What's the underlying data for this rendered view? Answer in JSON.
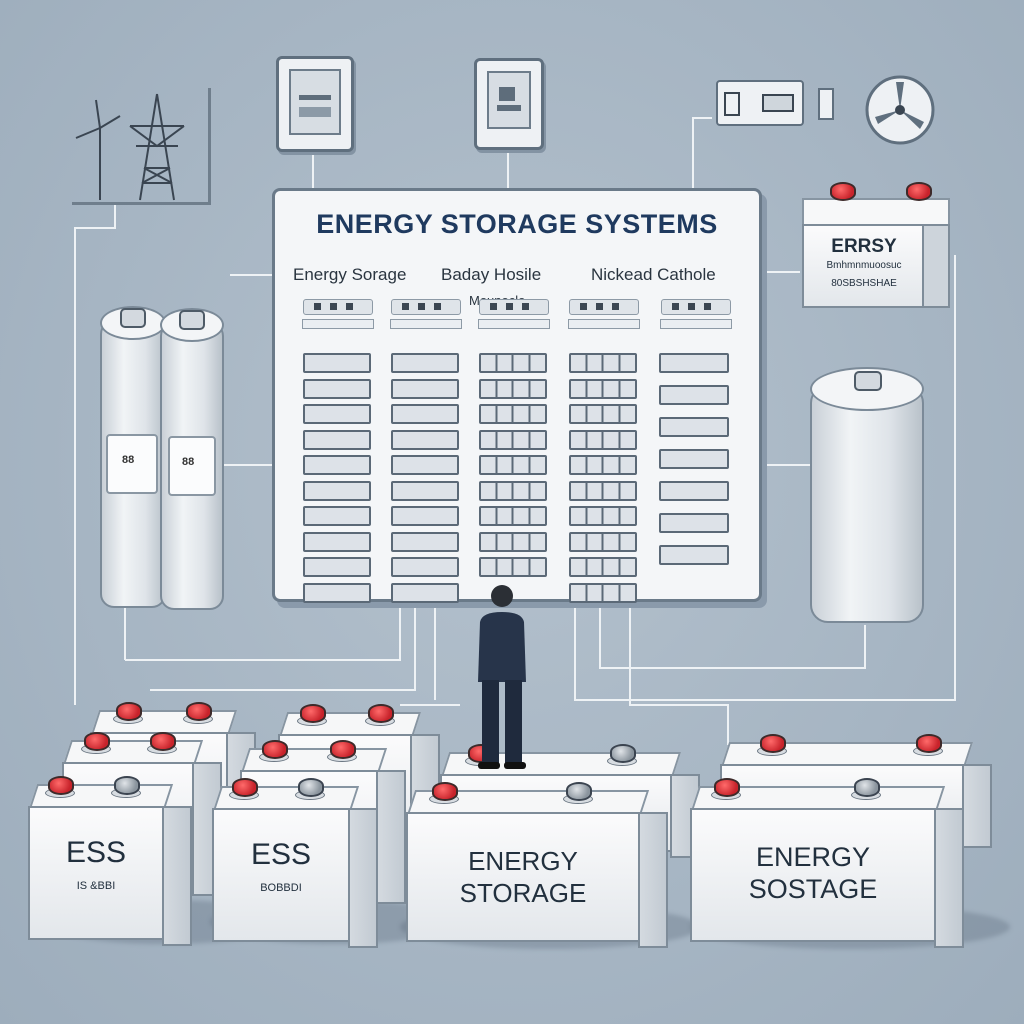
{
  "panel": {
    "title": "ENERGY STORAGE SYSTEMS",
    "columns": [
      "Energy Sorage",
      "Baday Hosile",
      "Nickead Cathole"
    ],
    "sub_label": "Mounecle"
  },
  "right_top_battery": {
    "line1": "ERRSY",
    "line2": "Bmhmnmuoosuc",
    "line3": "80SBSHSHAE"
  },
  "bottom_batteries": {
    "left_main": "ESS",
    "left_small": "IS &BBI",
    "mid_main": "ESS",
    "mid_small": "BOBBDI",
    "center_line1": "ENERGY",
    "center_line2": "STORAGE",
    "right_line1": "ENERGY",
    "right_line2": "SOSTAGE"
  },
  "cylinder_labels": [
    "88",
    "88"
  ],
  "colors": {
    "background": "#a9b7c4",
    "terminal_red": "#c8232b",
    "title": "#1f3a5f",
    "outline": "#5f6f7e"
  },
  "icons": [
    "wind-turbine-icon",
    "power-tower-icon",
    "tablet-icon",
    "meter-icon",
    "control-box-icon",
    "fan-icon",
    "businessman-figure"
  ]
}
